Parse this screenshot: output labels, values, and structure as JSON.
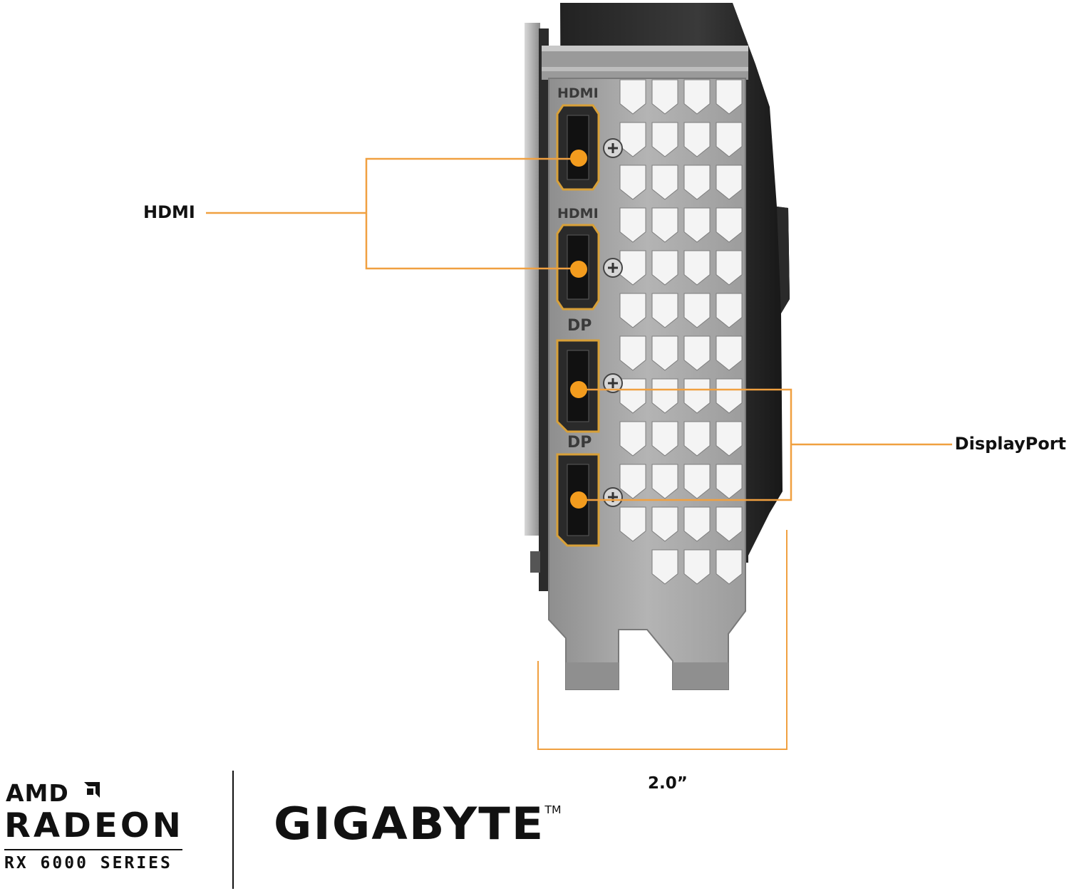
{
  "callouts": {
    "hdmi": "HDMI",
    "displayport": "DisplayPort",
    "width_dimension": "2.0”"
  },
  "bracket_labels": {
    "port1": "HDMI",
    "port2": "HDMI",
    "port3": "DP",
    "port4": "DP"
  },
  "logos": {
    "amd_word": "AMD",
    "radeon_word": "RADEON",
    "series_word": "RX 6000 SERIES",
    "gigabyte_word": "GIGABYTE",
    "trademark": "TM"
  },
  "colors": {
    "accent_orange": "#f0a040",
    "bracket_gray": "#a8a8a8",
    "port_gold": "#d8a038"
  },
  "icons": [
    "amd-arrow-icon",
    "hdmi-port-icon",
    "displayport-icon",
    "screw-icon"
  ]
}
